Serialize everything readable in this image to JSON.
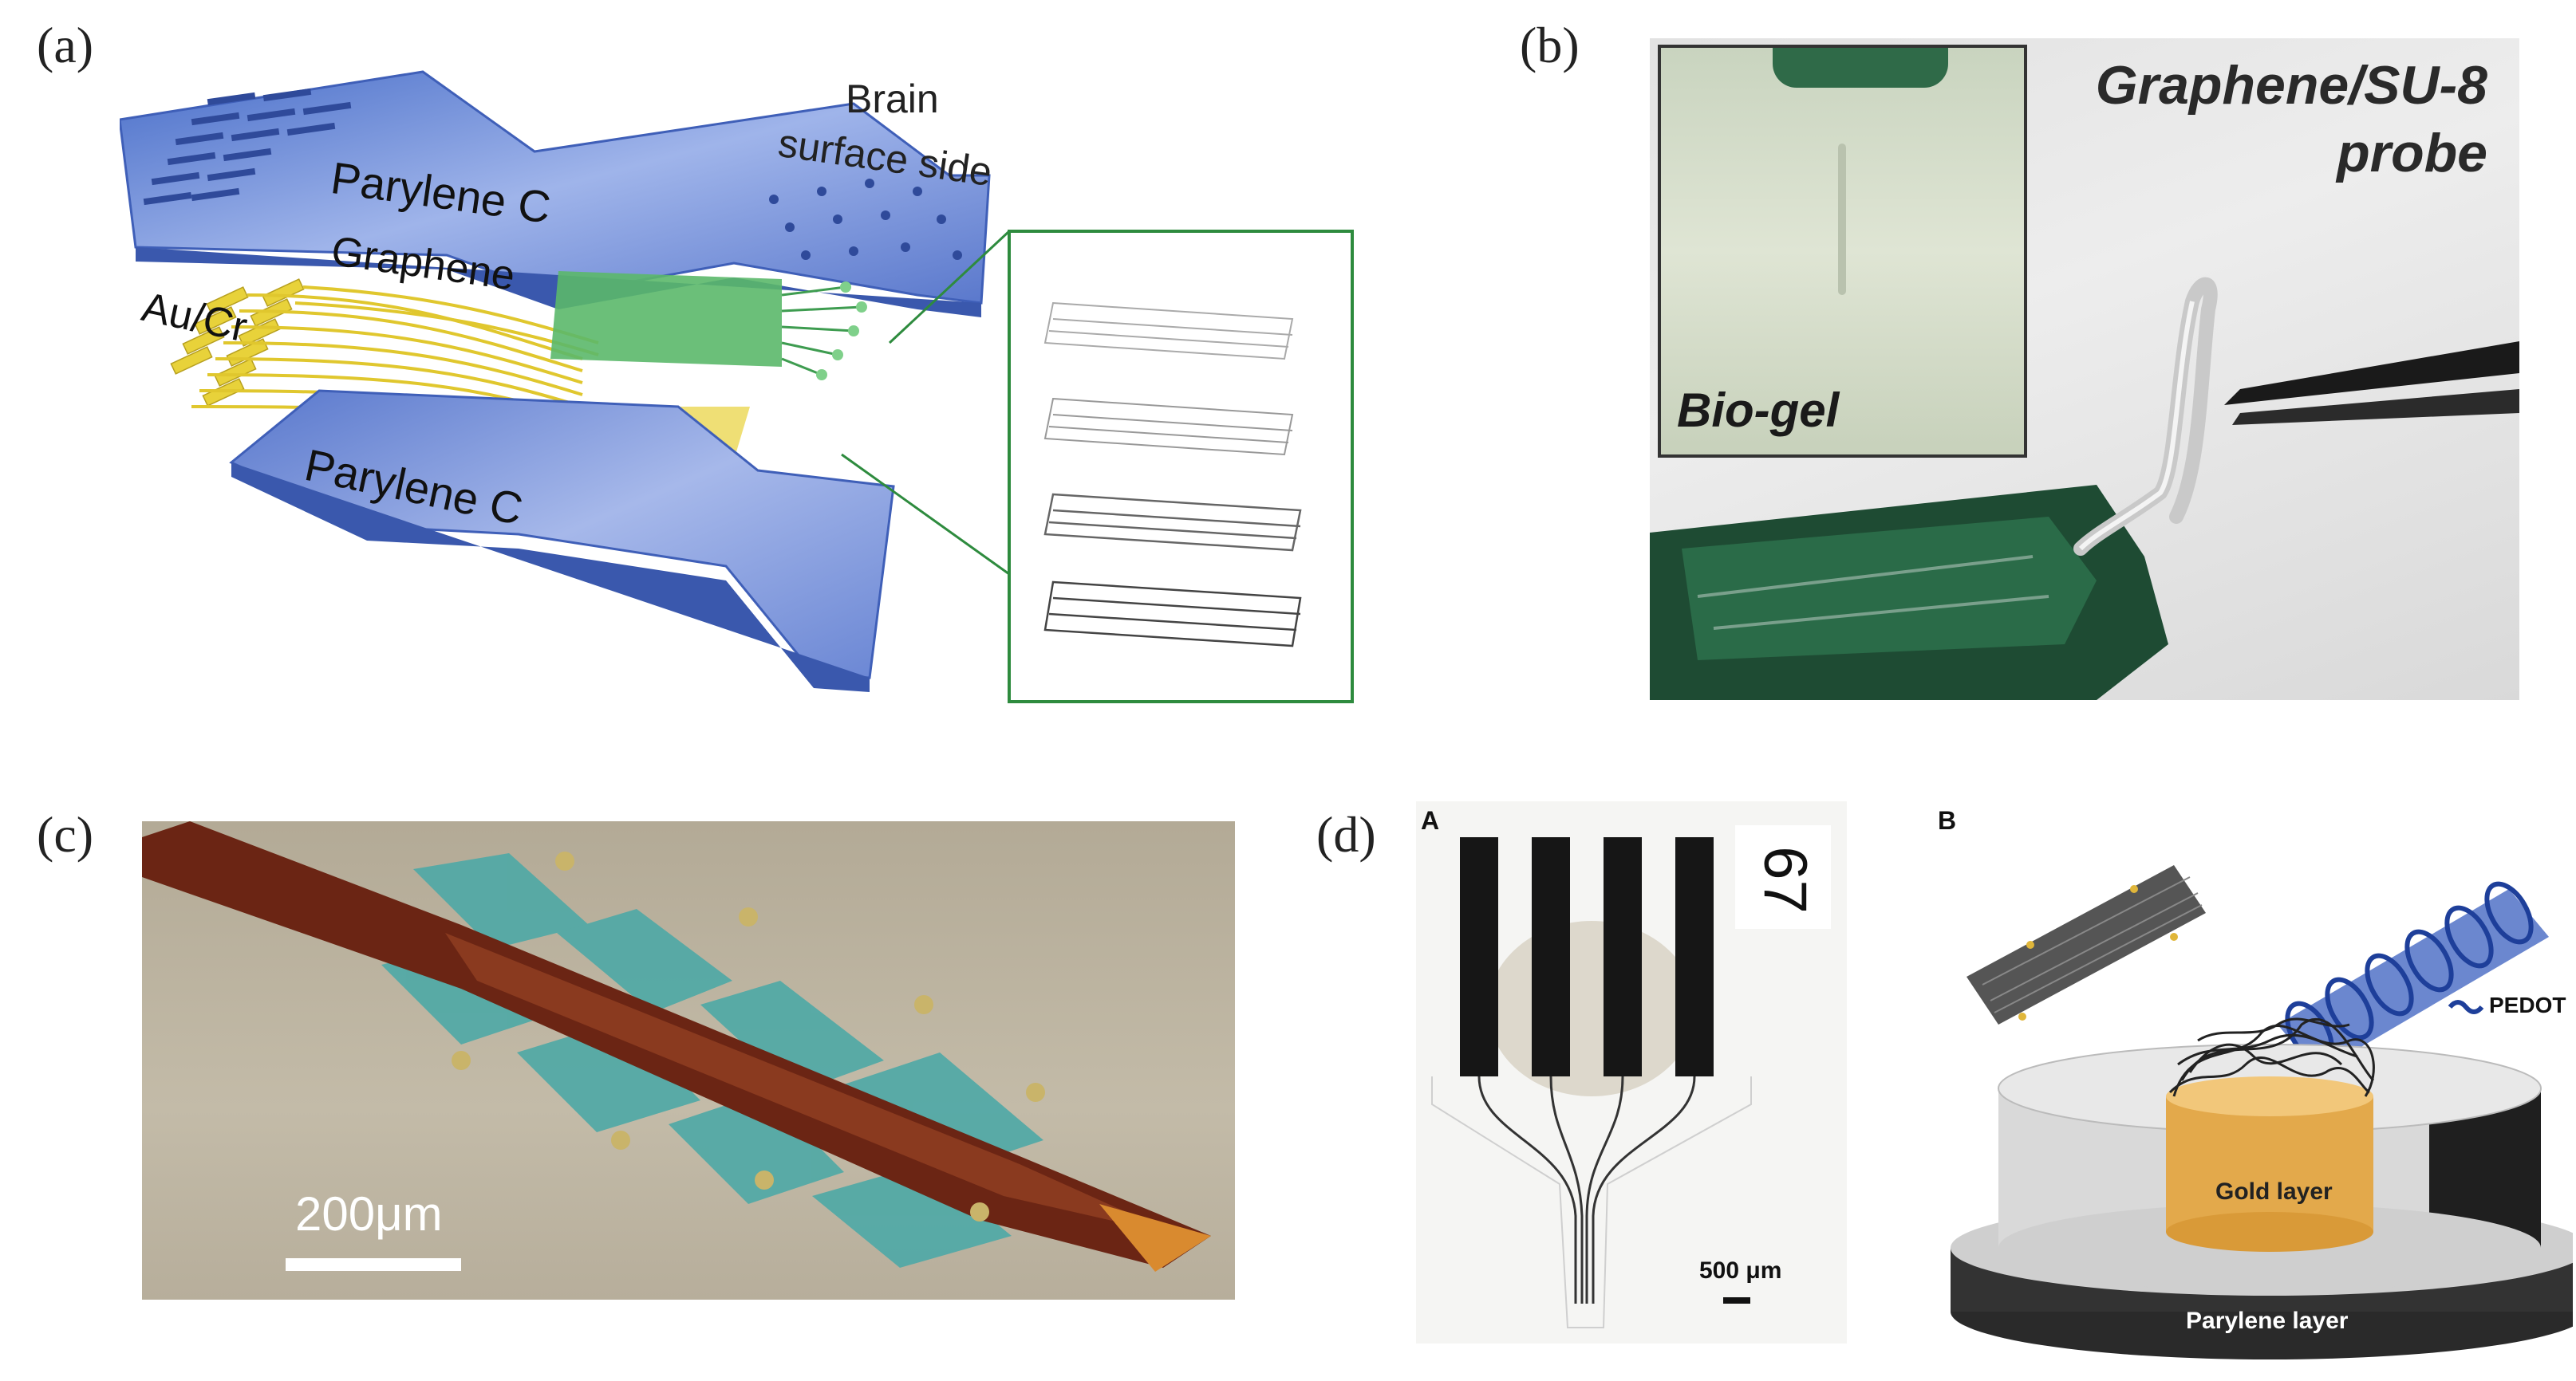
{
  "panels": {
    "a": {
      "label": "(a)",
      "parylene_top": "Parylene C",
      "parylene_bottom": "Parylene C",
      "brain_surface_line1": "Brain",
      "brain_surface_line2": "surface side",
      "graphene": "Graphene",
      "au_cr": "Au/Cr"
    },
    "b": {
      "label": "(b)",
      "title_line1": "Graphene/SU-8",
      "title_line2": "probe",
      "inset_label": "Bio-gel"
    },
    "c": {
      "label": "(c)",
      "scale_bar": "200μm"
    },
    "d": {
      "label": "(d)",
      "sub_a": "A",
      "sub_b": "B",
      "number": "67",
      "scale_bar": "500 μm",
      "pedot": "PEDOT",
      "gold_layer": "Gold layer",
      "parylene_layer": "Parylene layer"
    }
  },
  "colors": {
    "parylene_blue": "#5b7ccf",
    "gold": "#e8d23a",
    "graphene_green": "#5bb86a",
    "inset_border": "#2e8b3e"
  }
}
